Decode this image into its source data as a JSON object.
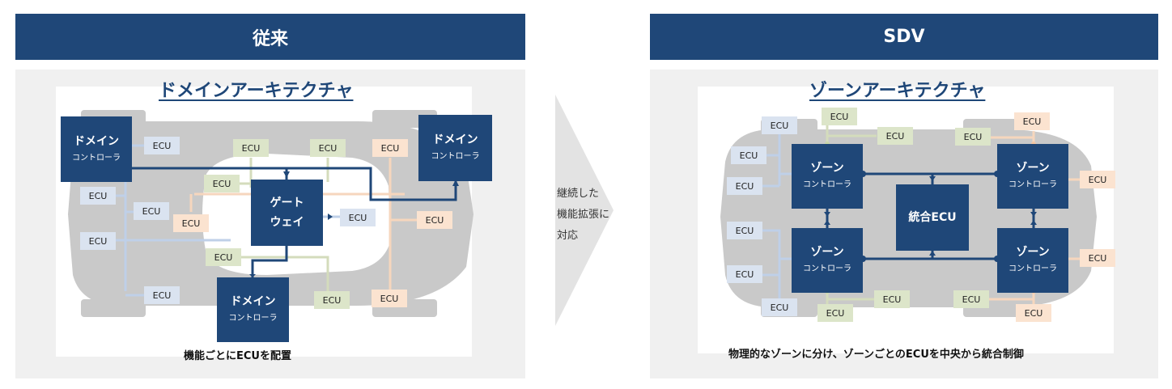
{
  "left": {
    "header": "従来",
    "title": "ドメインアーキテクチャ",
    "caption": "機能ごとにECUを配置",
    "domain_l1": "ドメイン",
    "domain_l2": "コントローラ",
    "gateway_l1": "ゲート",
    "gateway_l2": "ウェイ"
  },
  "arrow": {
    "line1": "継続した",
    "line2": "機能拡張に",
    "line3": "対応"
  },
  "right": {
    "header": "SDV",
    "title": "ゾーンアーキテクチャ",
    "caption": "物理的なゾーンに分け、ゾーンごとのECUを中央から統合制御",
    "zone_l1": "ゾーン",
    "zone_l2": "コントローラ",
    "central": "統合ECU"
  },
  "ecu_label": "ECU",
  "colors": {
    "navy": "#1f4778",
    "ecu_blue": "#dae3f0",
    "ecu_green": "#dce5c9",
    "ecu_orange": "#fbe3d0",
    "car": "#c9c9c9"
  }
}
